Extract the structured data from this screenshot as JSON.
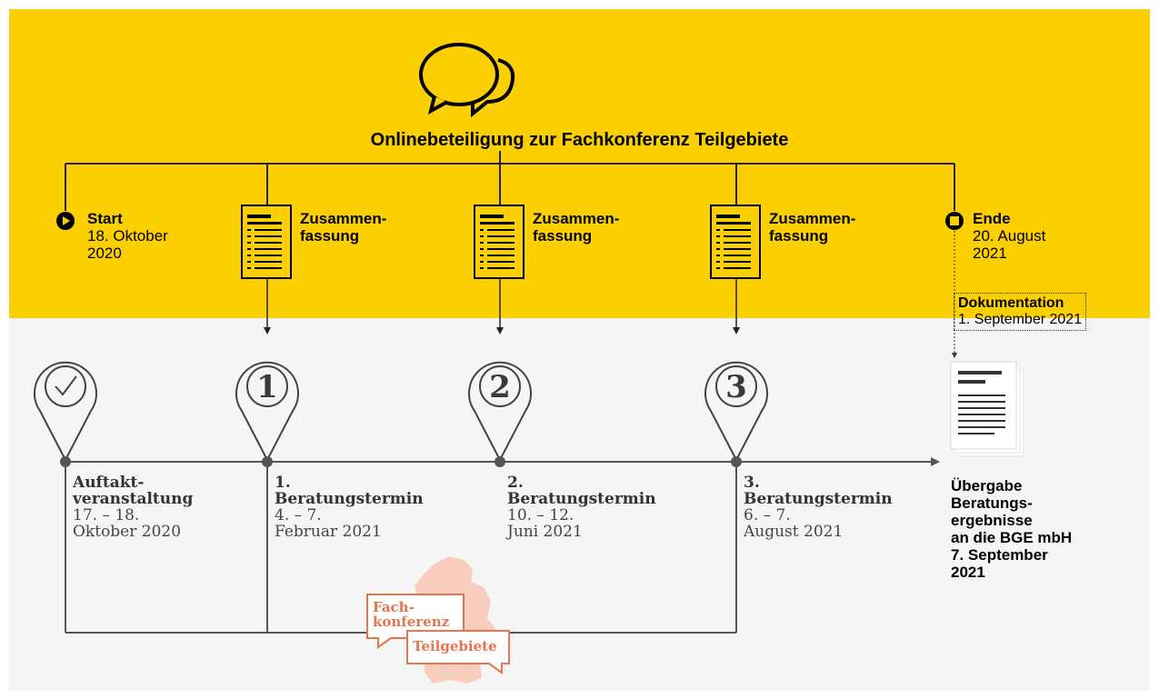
{
  "title": "Onlinebeteiligung zur Fachkonferenz Teilgebiete",
  "top": {
    "start": {
      "label": "Start",
      "date_line1": "18. Oktober",
      "date_line2": "2020"
    },
    "summaries": [
      {
        "line1": "Zusammen-",
        "line2": "fassung"
      },
      {
        "line1": "Zusammen-",
        "line2": "fassung"
      },
      {
        "line1": "Zusammen-",
        "line2": "fassung"
      }
    ],
    "end": {
      "label": "Ende",
      "date_line1": "20. August",
      "date_line2": "2021"
    }
  },
  "documentation": {
    "label": "Dokumentation",
    "date": "1. September 2021"
  },
  "pins": [
    "1",
    "2",
    "3"
  ],
  "sessions": [
    {
      "title_line1": "Auftakt-",
      "title_line2": "veranstaltung",
      "date_line1": "17. – 18.",
      "date_line2": "Oktober 2020"
    },
    {
      "title_line1": "1.",
      "title_line2": "Beratungstermin",
      "date_line1": "4. – 7.",
      "date_line2": "Februar 2021"
    },
    {
      "title_line1": "2.",
      "title_line2": "Beratungstermin",
      "date_line1": "10. – 12.",
      "date_line2": "Juni 2021"
    },
    {
      "title_line1": "3.",
      "title_line2": "Beratungstermin",
      "date_line1": "6. – 7.",
      "date_line2": "August 2021"
    }
  ],
  "handover": {
    "line1": "Übergabe",
    "line2": "Beratungs-",
    "line3": "ergebnisse",
    "line4": "an die BGE mbH",
    "line5": "7. September",
    "line6": "2021"
  },
  "logo": {
    "line1": "Fach-",
    "line2": "konferenz",
    "line3": "Teilgebiete"
  },
  "colors": {
    "yellow": "#fccf00",
    "grey": "#f5f5f5",
    "accent": "#e8734f",
    "line": "#333333"
  }
}
